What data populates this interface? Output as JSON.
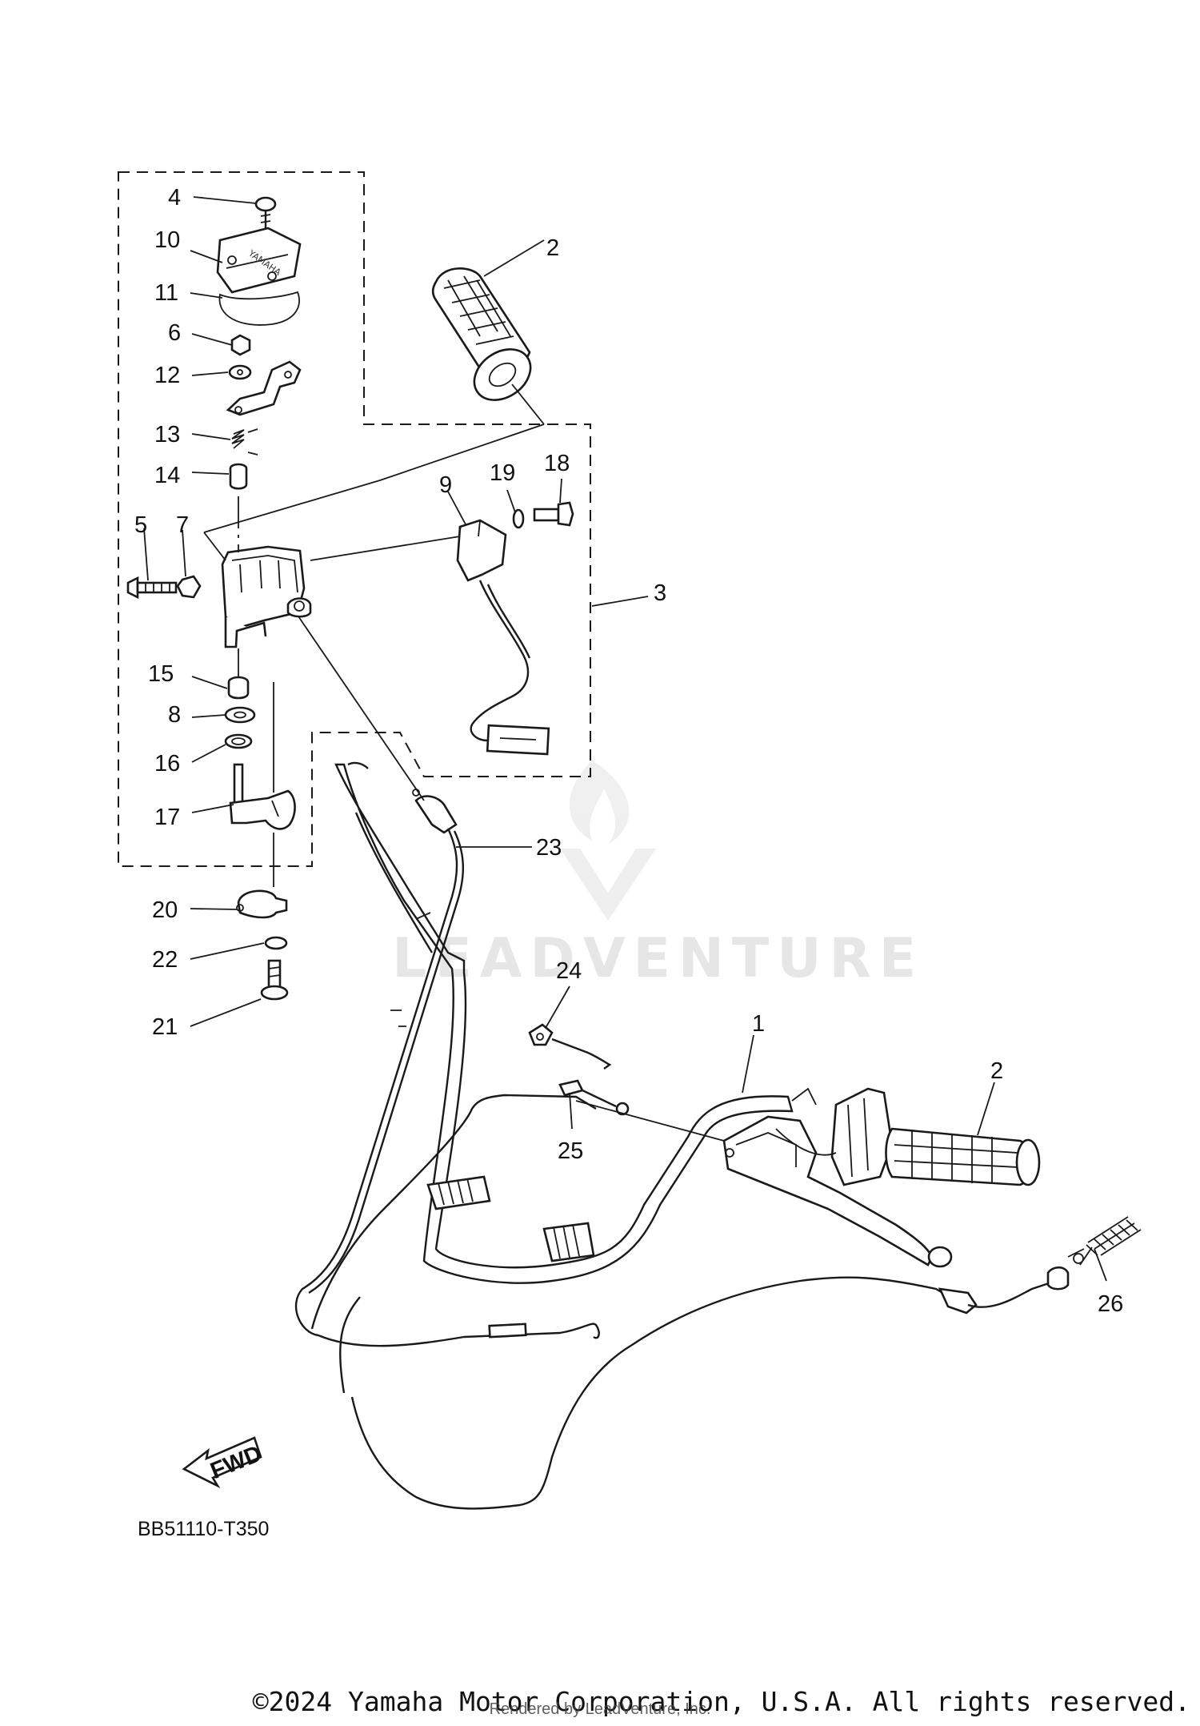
{
  "diagram": {
    "callouts": [
      {
        "id": "p1",
        "number": "1"
      },
      {
        "id": "p2a",
        "number": "2"
      },
      {
        "id": "p2b",
        "number": "2"
      },
      {
        "id": "p3",
        "number": "3"
      },
      {
        "id": "p4",
        "number": "4"
      },
      {
        "id": "p5",
        "number": "5"
      },
      {
        "id": "p6",
        "number": "6"
      },
      {
        "id": "p7",
        "number": "7"
      },
      {
        "id": "p8",
        "number": "8"
      },
      {
        "id": "p9",
        "number": "9"
      },
      {
        "id": "p10",
        "number": "10"
      },
      {
        "id": "p11",
        "number": "11"
      },
      {
        "id": "p12",
        "number": "12"
      },
      {
        "id": "p13",
        "number": "13"
      },
      {
        "id": "p14",
        "number": "14"
      },
      {
        "id": "p15",
        "number": "15"
      },
      {
        "id": "p16",
        "number": "16"
      },
      {
        "id": "p17",
        "number": "17"
      },
      {
        "id": "p18",
        "number": "18"
      },
      {
        "id": "p19",
        "number": "19"
      },
      {
        "id": "p20",
        "number": "20"
      },
      {
        "id": "p21",
        "number": "21"
      },
      {
        "id": "p22",
        "number": "22"
      },
      {
        "id": "p23",
        "number": "23"
      },
      {
        "id": "p24",
        "number": "24"
      },
      {
        "id": "p25",
        "number": "25"
      },
      {
        "id": "p26",
        "number": "26"
      }
    ],
    "fwd_label": "FWD",
    "diagram_code": "BB51110-T350",
    "watermark": "LEADVENTURE",
    "logo_text": "YAMAHA"
  },
  "footer": {
    "copyright": "©2024 Yamaha Motor Corporation, U.S.A. All rights reserved.",
    "rendered_by": "Rendered by LeadVenture, Inc."
  }
}
